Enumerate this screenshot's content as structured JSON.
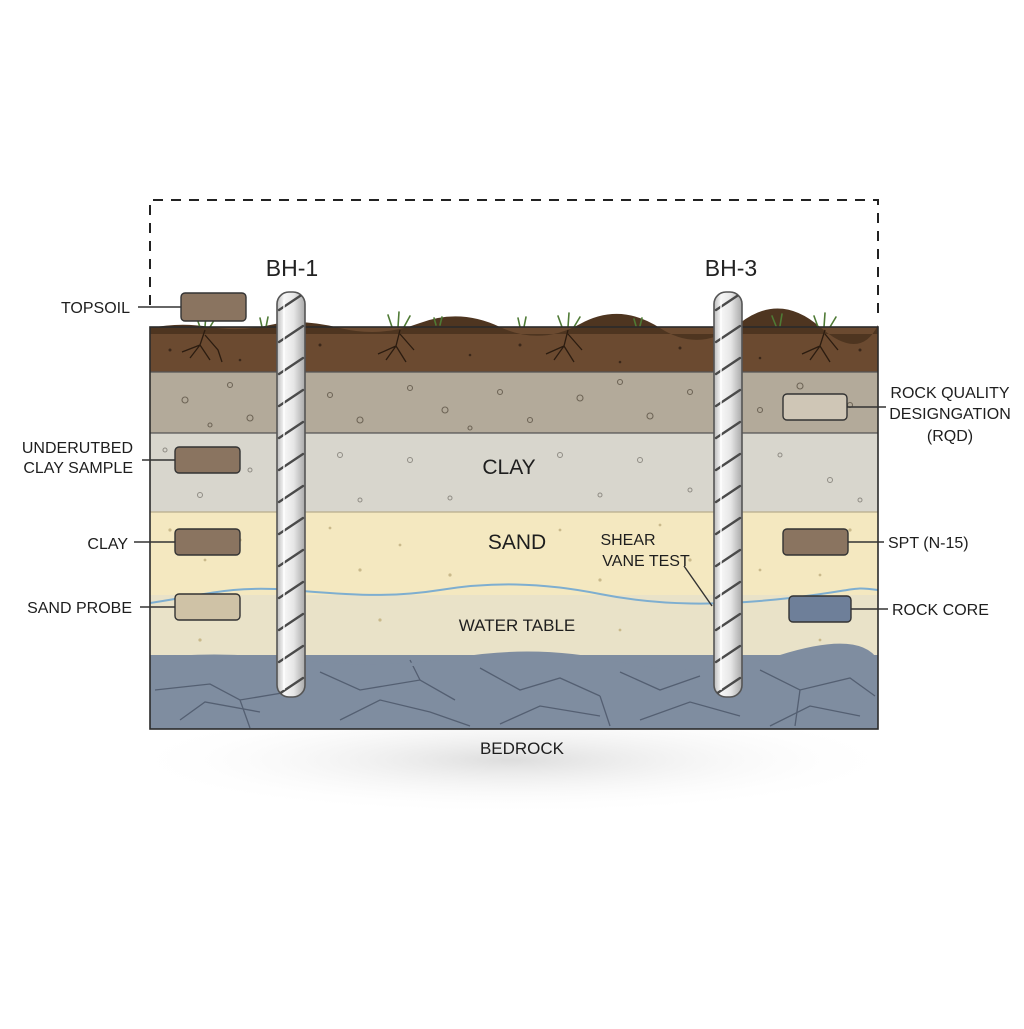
{
  "boreholes": [
    {
      "id": "bh-1",
      "label": "BH-1"
    },
    {
      "id": "bh-3",
      "label": "BH-3"
    }
  ],
  "layer_labels": {
    "clay": "CLAY",
    "sand": "SAND",
    "water_table": "WATER TABLE",
    "bedrock": "BEDROCK"
  },
  "callouts_left": {
    "topsoil": "TOPSOIL",
    "undisturbed_line1": "UNDERUTBED",
    "undisturbed_line2": "CLAY SAMPLE",
    "clay": "CLAY",
    "sand_probe": "SAND PROBE"
  },
  "callouts_right": {
    "rqd_line1": "ROCK QUALITY",
    "rqd_line2": "DESIGNGATION",
    "rqd_line3": "(RQD)",
    "spt": "SPT (N-15)",
    "rock_core": "ROCK CORE"
  },
  "shear_vane": {
    "line1": "SHEAR",
    "line2": "VANE TEST"
  },
  "colors": {
    "topsoil": "#6b4a30",
    "gravel": "#b3aa9a",
    "clay": "#d8d6cd",
    "sand": "#f4e8c0",
    "wet_sand": "#e9e2c8",
    "bedrock": "#7f8da0",
    "water_line": "#7eaed0",
    "outline": "#2a2a2a"
  }
}
